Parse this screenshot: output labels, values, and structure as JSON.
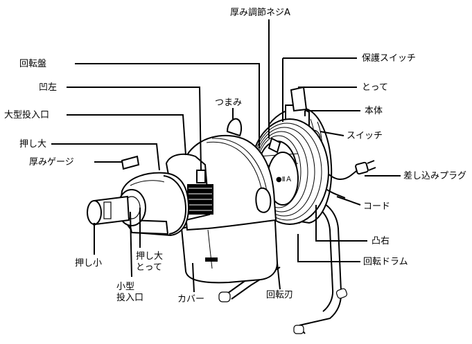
{
  "labels": {
    "thickness_screw_a": "厚み調節ネジA",
    "rotary_disc": "回転盤",
    "protective_switch": "保護スイッチ",
    "concave_left": "凹左",
    "handle": "とって",
    "knob": "つまみ",
    "main_body": "本体",
    "large_inlet": "大型投入口",
    "switch": "スイッチ",
    "pusher_large": "押し大",
    "thickness_gauge": "厚みゲージ",
    "power_plug": "差し込みプラグ",
    "cord": "コード",
    "convex_right": "凸右",
    "rotary_drum": "回転ドラム",
    "pusher_small": "押し小",
    "pusher_large_handle_1": "押し大",
    "pusher_large_handle_2": "とって",
    "small_inlet_1": "小型",
    "small_inlet_2": "投入口",
    "cover": "カバー",
    "rotary_blade": "回転刃"
  }
}
